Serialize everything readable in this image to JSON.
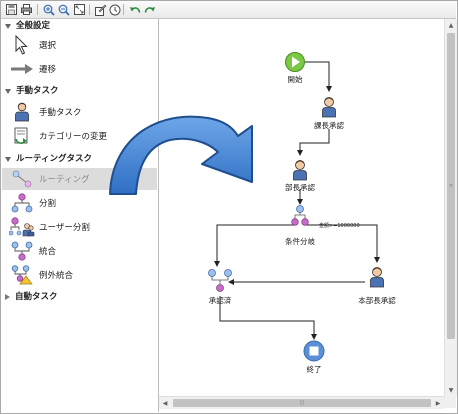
{
  "toolbar": {
    "buttons": [
      "save-icon",
      "print-icon",
      "zoom-in-icon",
      "zoom-out-icon",
      "fit-page-icon",
      "page-setup-icon",
      "timer-icon",
      "undo-icon",
      "redo-icon"
    ]
  },
  "palette": {
    "groups": [
      {
        "label": "全般設定",
        "items": [
          {
            "label": "選択",
            "icon": "pointer-icon"
          },
          {
            "label": "遷移",
            "icon": "transition-arrow-icon"
          }
        ]
      },
      {
        "label": "手動タスク",
        "items": [
          {
            "label": "手動タスク",
            "icon": "person-icon"
          },
          {
            "label": "カテゴリーの変更",
            "icon": "category-change-icon"
          }
        ]
      },
      {
        "label": "ルーティングタスク",
        "items": [
          {
            "label": "ルーティング",
            "icon": "routing-icon",
            "selected": true
          },
          {
            "label": "分割",
            "icon": "split-icon"
          },
          {
            "label": "ユーザー分割",
            "icon": "user-split-icon"
          },
          {
            "label": "統合",
            "icon": "merge-icon"
          },
          {
            "label": "例外統合",
            "icon": "exception-merge-icon"
          }
        ]
      },
      {
        "label": "自動タスク",
        "items": []
      }
    ]
  },
  "diagram": {
    "nodes": {
      "start": "開始",
      "dept_head_approval_1": "課長承認",
      "dept_head_approval_2": "部長承認",
      "condition_branch": "条件分岐",
      "merge": "承認済",
      "hq_head_approval": "本部長承認",
      "end": "終了"
    },
    "condition_label": "金額>=1000000"
  },
  "colors": {
    "start": "#7ac943",
    "end": "#5b8fd6",
    "big_arrow": "#3f7fd4",
    "split_node": "#c86dc8"
  }
}
